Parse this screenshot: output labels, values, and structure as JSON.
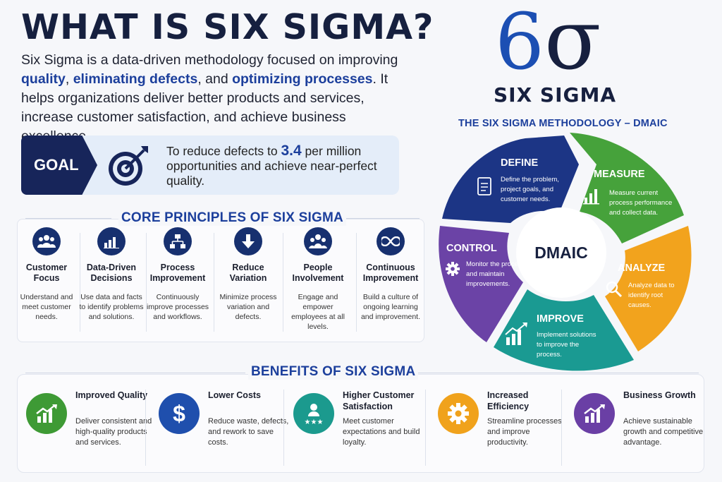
{
  "title": "WHAT IS SIX SIGMA?",
  "intro": {
    "p1": "Six Sigma is a data-driven methodology focused on improving ",
    "hl1": "quality",
    "s1": ", ",
    "hl2": "eliminating defects",
    "s2": ", and ",
    "hl3": "optimizing processes",
    "p2": ". It helps organizations deliver better products and services, increase customer satisfaction, and achieve business excellence."
  },
  "goal": {
    "tag": "GOAL",
    "text_before": "To reduce defects to ",
    "highlight": "3.4",
    "text_after": " per million opportunities and achieve near-perfect quality."
  },
  "principles": {
    "heading": "CORE PRINCIPLES OF SIX SIGMA",
    "items": [
      {
        "icon": "people-icon",
        "title": "Customer Focus",
        "desc": "Understand and meet customer needs."
      },
      {
        "icon": "bar-chart-icon",
        "title": "Data-Driven Decisions",
        "desc": "Use data and facts to identify problems and solutions."
      },
      {
        "icon": "flowchart-icon",
        "title": "Process Improvement",
        "desc": "Continuously improve processes and workflows."
      },
      {
        "icon": "arrow-down-icon",
        "title": "Reduce Variation",
        "desc": "Minimize process variation and defects."
      },
      {
        "icon": "team-icon",
        "title": "People Involvement",
        "desc": "Engage and empower employees at all levels."
      },
      {
        "icon": "infinity-icon",
        "title": "Continuous Improvement",
        "desc": "Build a culture of ongoing learning and improvement."
      }
    ]
  },
  "benefits": {
    "heading": "BENEFITS OF SIX SIGMA",
    "items": [
      {
        "icon": "growth-chart-icon",
        "color": "#3e9a35",
        "title": "Improved Quality",
        "desc": "Deliver consistent and high-quality products and services."
      },
      {
        "icon": "dollar-icon",
        "color": "#1f4fad",
        "title": "Lower Costs",
        "desc": "Reduce waste, defects, and rework to save costs."
      },
      {
        "icon": "customer-stars-icon",
        "color": "#1b9a8e",
        "title": "Higher Customer Satisfaction",
        "desc": "Meet customer expectations and build loyalty."
      },
      {
        "icon": "gear-icon",
        "color": "#f0a21c",
        "title": "Increased Efficiency",
        "desc": "Streamline processes and improve productivity."
      },
      {
        "icon": "growth-chart-icon",
        "color": "#6a3fa5",
        "title": "Business Growth",
        "desc": "Achieve sustainable growth and competitive advantage."
      }
    ]
  },
  "logo": {
    "numeral": "6",
    "symbol": "σ",
    "text": "SIX SIGMA"
  },
  "dmaic": {
    "heading": "THE SIX SIGMA METHODOLOGY – DMAIC",
    "center": "DMAIC",
    "phases": [
      {
        "name": "DEFINE",
        "color": "#1c3585",
        "icon": "document-icon",
        "lines": [
          "Define the problem,",
          "project goals, and",
          "customer needs."
        ]
      },
      {
        "name": "MEASURE",
        "color": "#46a23b",
        "icon": "bar-chart-icon",
        "lines": [
          "Measure current",
          "process performance",
          "and collect data."
        ]
      },
      {
        "name": "ANALYZE",
        "color": "#f2a31d",
        "icon": "magnifier-icon",
        "lines": [
          "Analyze data to",
          "identify root",
          "causes."
        ]
      },
      {
        "name": "IMPROVE",
        "color": "#1a9a92",
        "icon": "growth-chart-icon",
        "lines": [
          "Implement solutions",
          "to improve the",
          "process."
        ]
      },
      {
        "name": "CONTROL",
        "color": "#6b43a6",
        "icon": "gear-icon",
        "lines": [
          "Monitor the process",
          "and maintain",
          "improvements."
        ]
      }
    ]
  }
}
